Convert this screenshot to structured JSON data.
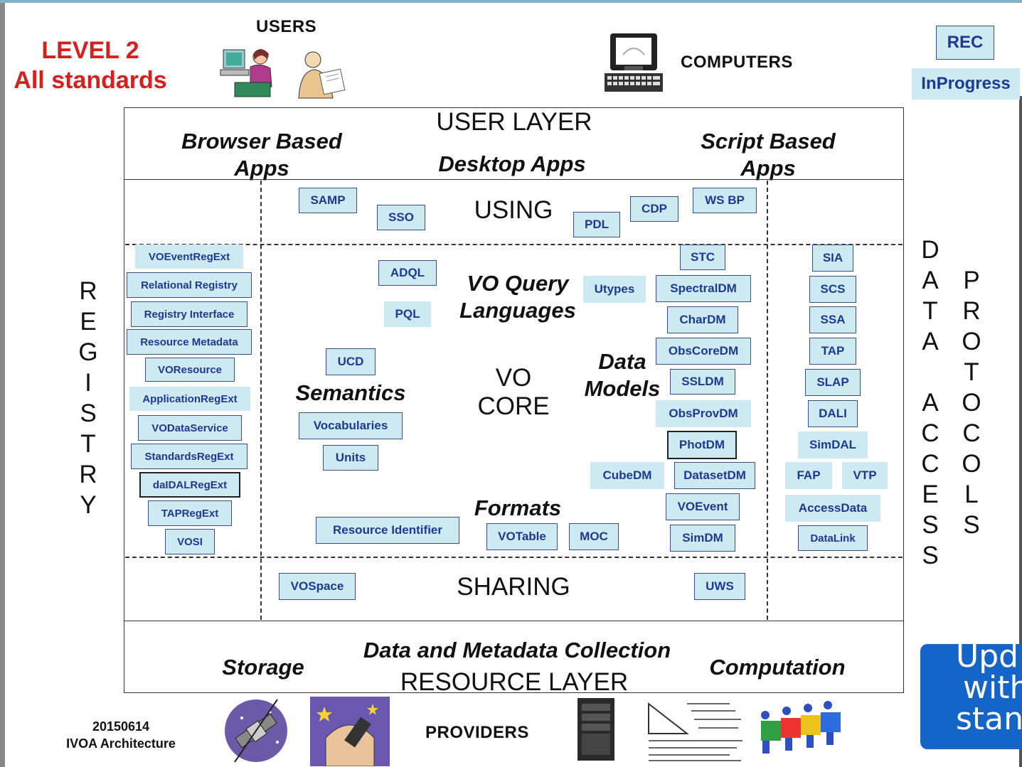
{
  "header": {
    "level_line1": "LEVEL 2",
    "level_line2": "All standards",
    "users": "USERS",
    "computers": "COMPUTERS"
  },
  "legend": {
    "rec": "REC",
    "in_progress": "InProgress"
  },
  "user_layer": {
    "title": "USER LAYER",
    "browser_line1": "Browser Based",
    "browser_line2": "Apps",
    "desktop": "Desktop Apps",
    "script_line1": "Script Based",
    "script_line2": "Apps"
  },
  "core": {
    "using": "USING",
    "vo_query_line1": "VO Query",
    "vo_query_line2": "Languages",
    "semantics": "Semantics",
    "vo_core_line1": "VO",
    "vo_core_line2": "CORE",
    "data_models_line1": "Data",
    "data_models_line2": "Models",
    "formats": "Formats",
    "sharing": "SHARING"
  },
  "side_labels": {
    "registry": [
      "R",
      "E",
      "G",
      "I",
      "S",
      "T",
      "R",
      "Y"
    ],
    "data_access": [
      "D",
      "A",
      "T",
      "A",
      "",
      "A",
      "C",
      "C",
      "E",
      "S",
      "S"
    ],
    "protocols": [
      "P",
      "R",
      "O",
      "T",
      "O",
      "C",
      "O",
      "L",
      "S"
    ]
  },
  "standards": {
    "using": [
      "SAMP",
      "SSO",
      "PDL",
      "CDP",
      "WS BP"
    ],
    "registry": [
      "VOEventRegExt",
      "Relational Registry",
      "Registry Interface",
      "Resource Metadata",
      "VOResource",
      "ApplicationRegExt",
      "VODataService",
      "StandardsRegExt",
      "daIDALRegExt",
      "TAPRegExt",
      "VOSI"
    ],
    "query": [
      "ADQL",
      "PQL"
    ],
    "semantics": [
      "UCD",
      "Vocabularies",
      "Units"
    ],
    "data_models": [
      "STC",
      "Utypes",
      "SpectralDM",
      "CharDM",
      "ObsCoreDM",
      "SSLDM",
      "ObsProvDM",
      "PhotDM",
      "CubeDM",
      "DatasetDM",
      "VOEvent",
      "SimDM"
    ],
    "formats": [
      "Resource Identifier",
      "VOTable",
      "MOC"
    ],
    "data_access": [
      "SIA",
      "SCS",
      "SSA",
      "TAP",
      "SLAP",
      "DALI",
      "SimDAL",
      "FAP",
      "VTP",
      "AccessData",
      "DataLink"
    ],
    "sharing": [
      "VOSpace",
      "UWS"
    ]
  },
  "resource_layer": {
    "collection": "Data and Metadata Collection",
    "storage": "Storage",
    "computation": "Computation",
    "title": "RESOURCE LAYER"
  },
  "footer": {
    "date": "20150614",
    "caption": "IVOA Architecture",
    "providers": "PROVIDERS"
  },
  "update_button": {
    "line1": "Upd",
    "line2": "with",
    "line3": "stan"
  }
}
